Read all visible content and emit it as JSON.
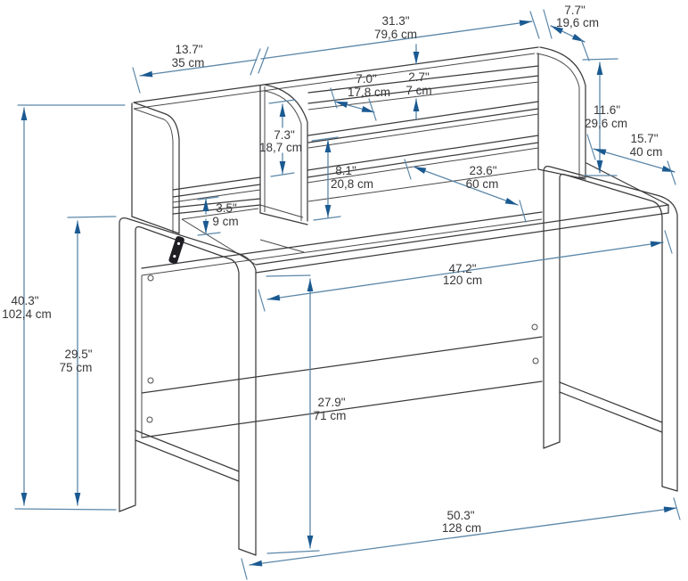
{
  "figure": {
    "type": "furniture-dimension-diagram",
    "subject": "desk with hutch, isometric line drawing with dimension callouts",
    "units": [
      "inches",
      "centimeters"
    ]
  },
  "colors": {
    "background": "#ffffff",
    "drawing_line": "#3b3b3d",
    "dimension_line": "#5b87a8",
    "arrowhead": "#1b5a91",
    "label_text": "#38383b"
  },
  "dims": [
    {
      "id": "hutch-left-compartment-width",
      "inch": "13.7\"",
      "cm": "35 cm"
    },
    {
      "id": "hutch-shelf-width",
      "inch": "31.3\"",
      "cm": "79,6 cm"
    },
    {
      "id": "hutch-top-depth",
      "inch": "7.7\"",
      "cm": "19,6 cm"
    },
    {
      "id": "shelf-depth",
      "inch": "7.0\"",
      "cm": "17,8 cm"
    },
    {
      "id": "top-lip-height",
      "inch": "2.7\"",
      "cm": "7 cm"
    },
    {
      "id": "hutch-height-above-desktop",
      "inch": "11.6\"",
      "cm": "29,6 cm"
    },
    {
      "id": "right-side-depth",
      "inch": "15.7\"",
      "cm": "40 cm"
    },
    {
      "id": "left-compartment-height",
      "inch": "7.3\"",
      "cm": "18,7 cm"
    },
    {
      "id": "shelf-to-desktop-clearance",
      "inch": "8.1\"",
      "cm": "20,8 cm"
    },
    {
      "id": "desktop-depth",
      "inch": "23.6\"",
      "cm": "60 cm"
    },
    {
      "id": "base-shelf-gap",
      "inch": "3.5\"",
      "cm": "9 cm"
    },
    {
      "id": "overall-height",
      "inch": "40.3\"",
      "cm": "102,4 cm"
    },
    {
      "id": "desk-height",
      "inch": "29.5\"",
      "cm": "75 cm"
    },
    {
      "id": "desktop-width",
      "inch": "47.2\"",
      "cm": "120 cm"
    },
    {
      "id": "underdesk-clearance-height",
      "inch": "27.9\"",
      "cm": "71 cm"
    },
    {
      "id": "overall-width",
      "inch": "50.3\"",
      "cm": "128 cm"
    }
  ]
}
